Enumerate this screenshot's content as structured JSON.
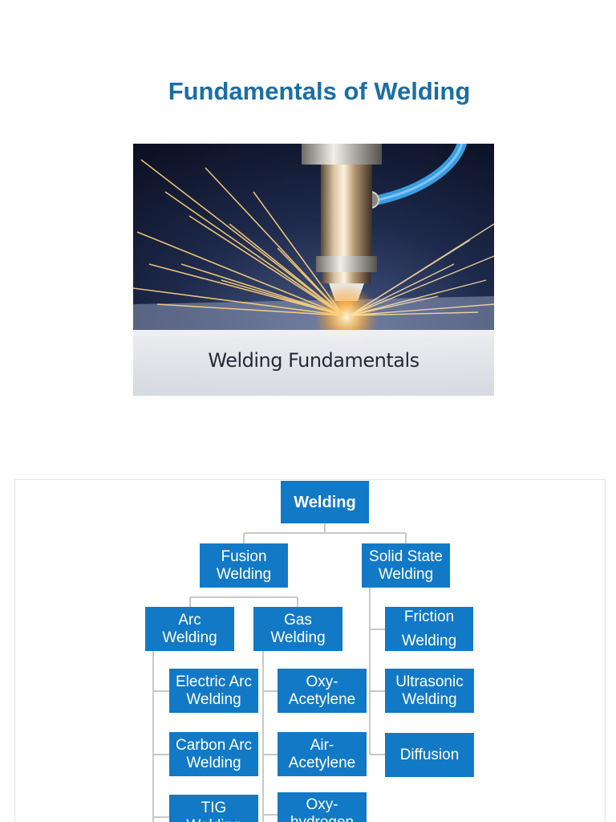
{
  "page": {
    "title": "Fundamentals of Welding"
  },
  "hero_image": {
    "caption": "Welding Fundamentals"
  },
  "diagram": {
    "colors": {
      "node_fill": "#1279c6",
      "node_text": "#ffffff",
      "connector": "#c8c8c8"
    },
    "nodes": {
      "welding": "Welding",
      "fusion": "Fusion\nWelding",
      "solid_state": "Solid State\nWelding",
      "arc": "Arc\nWelding",
      "gas": "Gas\nWelding",
      "friction": "Friction\nWelding",
      "electric_arc": "Electric Arc\nWelding",
      "carbon_arc": "Carbon Arc\nWelding",
      "tig": "TIG\nWelding",
      "oxy_acetylene": "Oxy-\nAcetylene",
      "air_acetylene": "Air-\nAcetylene",
      "oxy_hydrogen": "Oxy-\nhydrogen",
      "ultrasonic": "Ultrasonic\nWelding",
      "diffusion": "Diffusion"
    }
  }
}
